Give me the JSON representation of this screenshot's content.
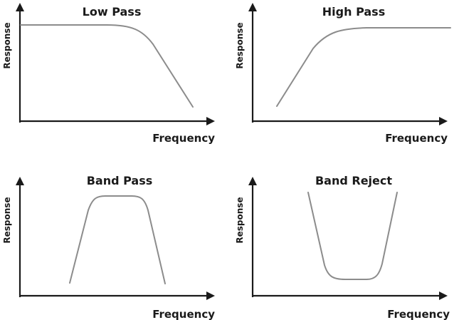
{
  "colors": {
    "axis": "#1a1a1a",
    "curve": "#8c8c8c",
    "text": "#1a1a1a",
    "background": "#ffffff"
  },
  "panels": [
    {
      "id": "low-pass",
      "title": "Low Pass",
      "x_label": "Frequency",
      "y_label": "Response",
      "curve_shape": "low-pass"
    },
    {
      "id": "high-pass",
      "title": "High Pass",
      "x_label": "Frequency",
      "y_label": "Response",
      "curve_shape": "high-pass"
    },
    {
      "id": "band-pass",
      "title": "Band Pass",
      "x_label": "Frequency",
      "y_label": "Response",
      "curve_shape": "band-pass"
    },
    {
      "id": "band-reject",
      "title": "Band Reject",
      "x_label": "Frequency",
      "y_label": "Response",
      "curve_shape": "band-reject"
    }
  ]
}
